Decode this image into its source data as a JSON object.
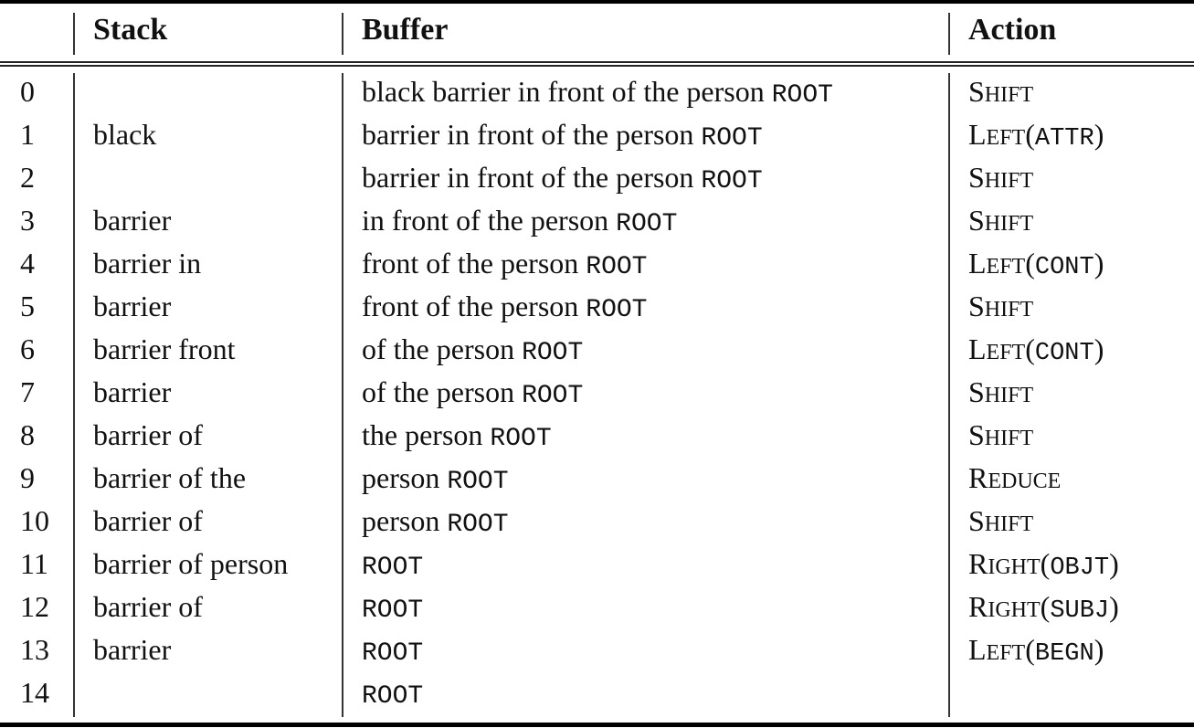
{
  "table": {
    "headers": {
      "index": "",
      "stack": "Stack",
      "buffer": "Buffer",
      "action": "Action"
    },
    "rows": [
      {
        "i": "0",
        "stack": "",
        "buffer_text": "black barrier in front of the person",
        "buffer_token": "ROOT",
        "action_name": "SHIFT",
        "action_arg": ""
      },
      {
        "i": "1",
        "stack": "black",
        "buffer_text": "barrier in front of the person",
        "buffer_token": "ROOT",
        "action_name": "LEFT",
        "action_arg": "ATTR"
      },
      {
        "i": "2",
        "stack": "",
        "buffer_text": "barrier in front of the person",
        "buffer_token": "ROOT",
        "action_name": "SHIFT",
        "action_arg": ""
      },
      {
        "i": "3",
        "stack": "barrier",
        "buffer_text": "in front of the person",
        "buffer_token": "ROOT",
        "action_name": "SHIFT",
        "action_arg": ""
      },
      {
        "i": "4",
        "stack": "barrier in",
        "buffer_text": "front of the person",
        "buffer_token": "ROOT",
        "action_name": "LEFT",
        "action_arg": "CONT"
      },
      {
        "i": "5",
        "stack": "barrier",
        "buffer_text": "front of the person",
        "buffer_token": "ROOT",
        "action_name": "SHIFT",
        "action_arg": ""
      },
      {
        "i": "6",
        "stack": "barrier front",
        "buffer_text": "of the person",
        "buffer_token": "ROOT",
        "action_name": "LEFT",
        "action_arg": "CONT"
      },
      {
        "i": "7",
        "stack": "barrier",
        "buffer_text": "of the person",
        "buffer_token": "ROOT",
        "action_name": "SHIFT",
        "action_arg": ""
      },
      {
        "i": "8",
        "stack": "barrier of",
        "buffer_text": "the person",
        "buffer_token": "ROOT",
        "action_name": "SHIFT",
        "action_arg": ""
      },
      {
        "i": "9",
        "stack": "barrier of the",
        "buffer_text": "person",
        "buffer_token": "ROOT",
        "action_name": "REDUCE",
        "action_arg": ""
      },
      {
        "i": "10",
        "stack": "barrier of",
        "buffer_text": "person",
        "buffer_token": "ROOT",
        "action_name": "SHIFT",
        "action_arg": ""
      },
      {
        "i": "11",
        "stack": "barrier of person",
        "buffer_text": "",
        "buffer_token": "ROOT",
        "action_name": "RIGHT",
        "action_arg": "OBJT"
      },
      {
        "i": "12",
        "stack": "barrier of",
        "buffer_text": "",
        "buffer_token": "ROOT",
        "action_name": "RIGHT",
        "action_arg": "SUBJ"
      },
      {
        "i": "13",
        "stack": "barrier",
        "buffer_text": "",
        "buffer_token": "ROOT",
        "action_name": "LEFT",
        "action_arg": "BEGN"
      },
      {
        "i": "14",
        "stack": "",
        "buffer_text": "",
        "buffer_token": "ROOT",
        "action_name": "",
        "action_arg": ""
      }
    ]
  }
}
